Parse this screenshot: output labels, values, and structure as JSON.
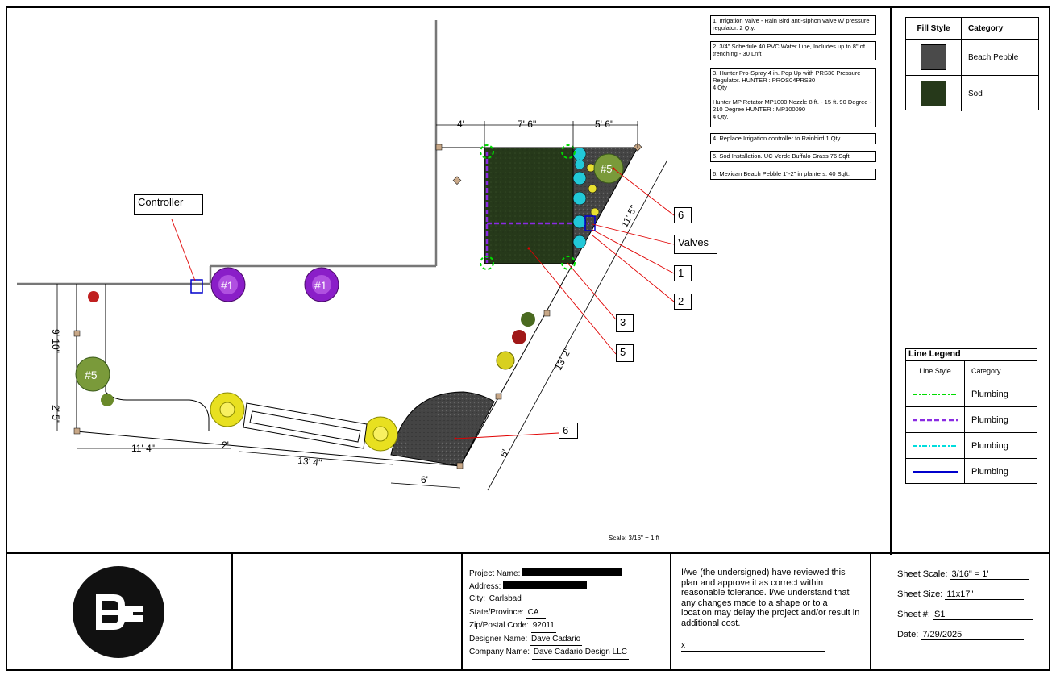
{
  "notes": [
    {
      "text": "1. Irrigation Valve - Rain Bird anti-siphon valve w/ pressure regulator. 2 Qty."
    },
    {
      "text": "2. 3/4\" Schedule 40 PVC Water Line, Includes up to 8\" of trenching - 30 Lnft"
    },
    {
      "text": "3.  Hunter Pro-Spray 4 in. Pop Up with PRS30 Pressure Regulator. HUNTER  :  PROS04PRS30\n4 Qty\n\n Hunter MP Rotator MP1000 Nozzle 8 ft. - 15 ft. 90 Degree - 210 Degree HUNTER  :  MP100090\n4 Qty."
    },
    {
      "text": "4. Replace Irrigation controller to Rainbird 1 Qty."
    },
    {
      "text": "5. Sod Installation. UC Verde Buffalo Grass  76 Sqft."
    },
    {
      "text": "6. Mexican Beach Pebble 1\"-2\" in planters. 40 Sqft."
    }
  ],
  "fill_legend": {
    "headers": [
      "Fill Style",
      "Category"
    ],
    "rows": [
      {
        "category": "Beach Pebble",
        "color": "#4a4a4a"
      },
      {
        "category": "Sod",
        "color": "#26391a"
      }
    ]
  },
  "line_legend": {
    "title": "Line Legend",
    "headers": [
      "Line Style",
      "Category"
    ],
    "rows": [
      {
        "category": "Plumbing",
        "color": "#00dd00",
        "style": "dash-dot"
      },
      {
        "category": "Plumbing",
        "color": "#8a2be2",
        "style": "dashed"
      },
      {
        "category": "Plumbing",
        "color": "#00dddd",
        "style": "dash-dot"
      },
      {
        "category": "Plumbing",
        "color": "#0000cc",
        "style": "solid"
      }
    ]
  },
  "callouts": {
    "controller": "Controller",
    "six_top": "6",
    "valves": "Valves",
    "one": "1",
    "two": "2",
    "three": "3",
    "five": "5",
    "six_bottom": "6"
  },
  "dimensions": {
    "d1": "4'",
    "d2": "7' 6\"",
    "d3": "5' 6\"",
    "d4": "11' 5\"",
    "d5": "13' 2\"",
    "d6": "6'",
    "d7": "6'",
    "d8": "13' 4\"",
    "d9": "11' 4\"",
    "d10": "2'",
    "d11": "9' 10\"",
    "d12": "2' 5\""
  },
  "plant_tags": {
    "p1": "#1",
    "p2": "#1",
    "p3": "#5",
    "p4": "#5"
  },
  "scale_note": "Scale: 3/16\" = 1 ft",
  "title_block": {
    "project": [
      {
        "label": "Project Name:",
        "value": ""
      },
      {
        "label": "Address:",
        "value": ""
      },
      {
        "label": "City:",
        "value": "Carlsbad"
      },
      {
        "label": "State/Province:",
        "value": "CA"
      },
      {
        "label": "Zip/Postal Code:",
        "value": "92011"
      },
      {
        "label": "Designer Name:",
        "value": "Dave Cadario"
      },
      {
        "label": "Company Name:",
        "value": "Dave Cadario Design LLC"
      }
    ],
    "approval_text": "I/we (the undersigned) have reviewed this plan and approve it as correct within reasonable tolerance. I/we understand that any changes made to a shape or to a location may delay the project and/or result in additional cost.",
    "signature_mark": "x",
    "sheet": [
      {
        "label": "Sheet Scale:",
        "value": "3/16\" = 1'"
      },
      {
        "label": "Sheet Size:",
        "value": "11x17\""
      },
      {
        "label": "Sheet #:",
        "value": "S1"
      },
      {
        "label": "Date:",
        "value": "7/29/2025"
      }
    ]
  }
}
